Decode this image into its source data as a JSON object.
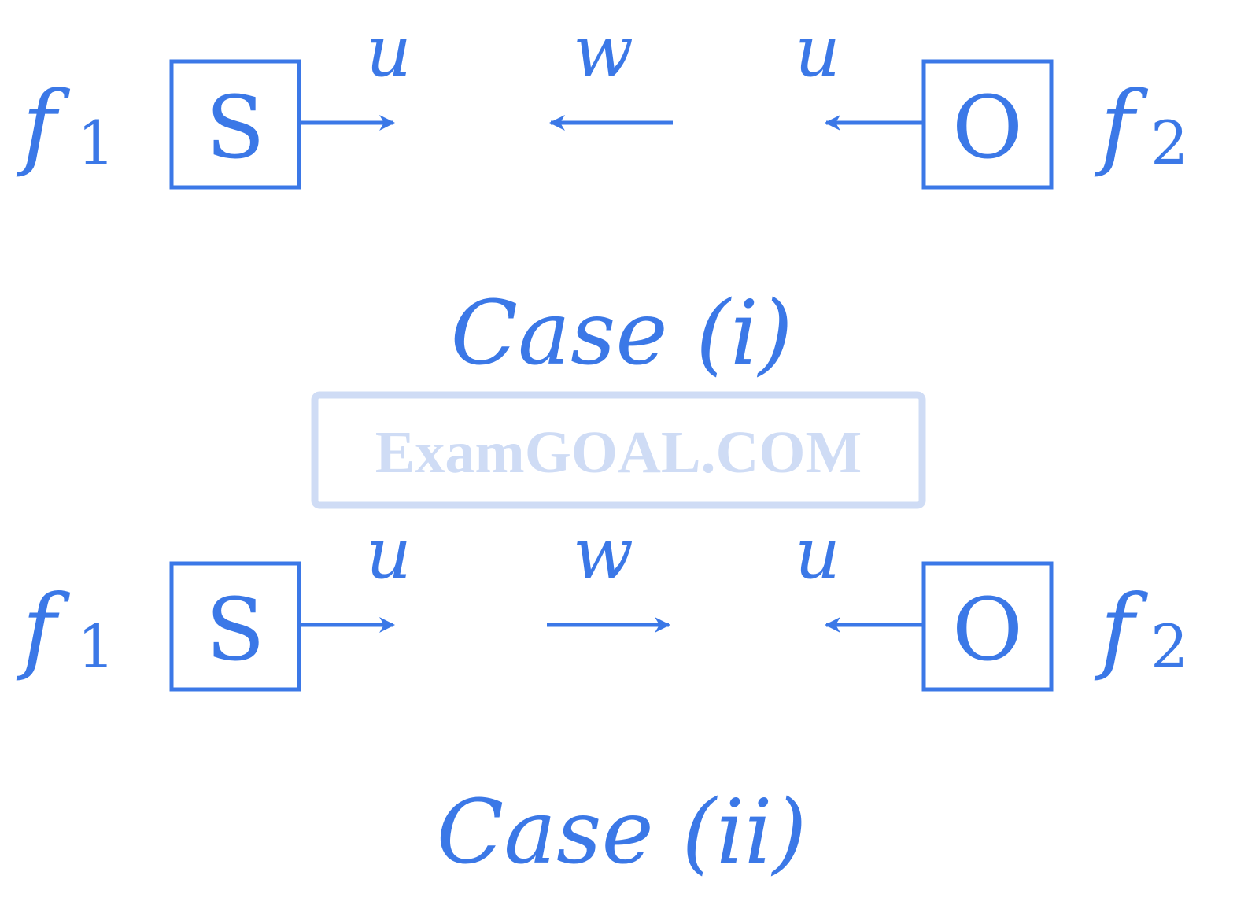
{
  "colors": {
    "ink": "#3b78e7",
    "watermark": "#cfdcf5"
  },
  "case1": {
    "source_label": "S",
    "observer_label": "O",
    "f_left": "f",
    "f_left_sub": "1",
    "f_right": "f",
    "f_right_sub": "2",
    "u_source": "u",
    "w_medium": "w",
    "u_observer": "u",
    "caption": "Case (i)",
    "wind_direction": "left"
  },
  "case2": {
    "source_label": "S",
    "observer_label": "O",
    "f_left": "f",
    "f_left_sub": "1",
    "f_right": "f",
    "f_right_sub": "2",
    "u_source": "u",
    "w_medium": "w",
    "u_observer": "u",
    "caption": "Case (ii)",
    "wind_direction": "right"
  },
  "watermark": {
    "text": "ExamGOAL.COM"
  }
}
